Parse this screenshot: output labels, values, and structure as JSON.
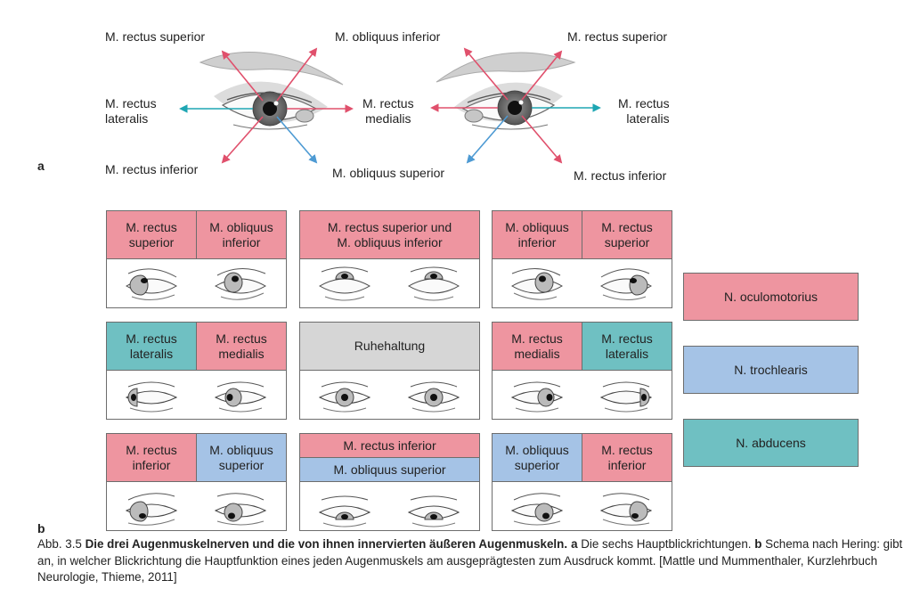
{
  "panel_a": {
    "label": "a",
    "left_eye": {
      "top_left": "M. rectus superior",
      "top_right": "M. obliquus inferior",
      "left_line1": "M. rectus",
      "left_line2": "lateralis",
      "right_line1": "M. rectus",
      "right_line2": "medialis",
      "bottom_left": "M. rectus inferior",
      "bottom_right": "M. obliquus superior"
    },
    "right_eye": {
      "top_right": "M. rectus superior",
      "right_line1": "M. rectus",
      "right_line2": "lateralis",
      "bottom_right": "M. rectus inferior"
    }
  },
  "panel_b": {
    "label": "b",
    "boxes": [
      {
        "cells": [
          {
            "text": "M. rectus\nsuperior",
            "color": "pink"
          },
          {
            "text": "M. obliquus\ninferior",
            "color": "pink"
          }
        ]
      },
      {
        "cells": [
          {
            "text": "M. rectus superior und\nM. obliquus inferior",
            "color": "pink"
          }
        ]
      },
      {
        "cells": [
          {
            "text": "M. obliquus\ninferior",
            "color": "pink"
          },
          {
            "text": "M. rectus\nsuperior",
            "color": "pink"
          }
        ]
      },
      {
        "cells": [
          {
            "text": "M. rectus\nlateralis",
            "color": "teal"
          },
          {
            "text": "M. rectus\nmedialis",
            "color": "pink"
          }
        ]
      },
      {
        "cells": [
          {
            "text": "Ruhehaltung",
            "color": "grey"
          }
        ]
      },
      {
        "cells": [
          {
            "text": "M. rectus\nmedialis",
            "color": "pink"
          },
          {
            "text": "M. rectus\nlateralis",
            "color": "teal"
          }
        ]
      },
      {
        "cells": [
          {
            "text": "M. rectus\ninferior",
            "color": "pink"
          },
          {
            "text": "M. obliquus\nsuperior",
            "color": "blue"
          }
        ]
      },
      {
        "cells": [
          {
            "text": "M. rectus inferior",
            "color": "pink"
          },
          {
            "text": "M. obliquus superior",
            "color": "blue"
          }
        ]
      },
      {
        "cells": [
          {
            "text": "M. obliquus\nsuperior",
            "color": "blue"
          },
          {
            "text": "M. rectus\ninferior",
            "color": "pink"
          }
        ]
      }
    ],
    "legend": [
      {
        "text": "N. oculomotorius",
        "color": "#ee95a0"
      },
      {
        "text": "N. trochlearis",
        "color": "#a5c3e6"
      },
      {
        "text": "N. abducens",
        "color": "#6fc0c2"
      }
    ]
  },
  "caption": {
    "prefix": "Abb. 3.5 ",
    "title": "Die drei Augenmuskelnerven und die von ihnen innervierten äußeren Augenmuskeln.",
    "a_label": "a",
    "a_text": " Die sechs Hauptblickrichtungen. ",
    "b_label": "b",
    "b_text": " Schema nach Hering: gibt an, in welcher Blickrichtung die Hauptfunktion eines jeden Augenmuskels am ausgeprägtesten zum Ausdruck kommt. [Mattle und Mummenthaler, Kurzlehrbuch Neurologie, Thieme, 2011]"
  },
  "colors": {
    "pink_arrow": "#e0506c",
    "blue_arrow": "#4d9ad3",
    "teal_arrow": "#1ea6b3"
  }
}
